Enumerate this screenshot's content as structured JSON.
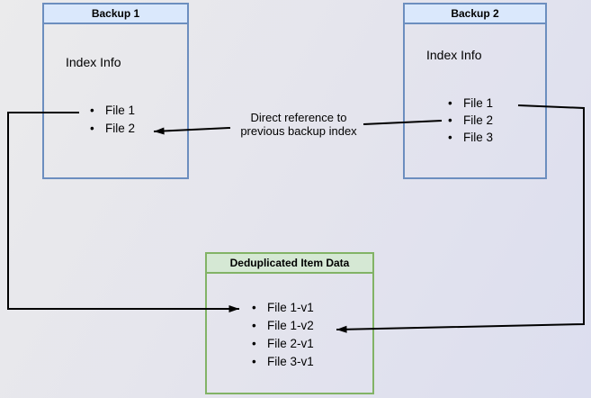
{
  "colors": {
    "blue_header_fill": "#dae8fc",
    "blue_border": "#6c8ebf",
    "green_header_fill": "#d5e8d4",
    "green_border": "#82b366",
    "arrow": "#000000",
    "background": "#e4e4ed"
  },
  "backup1": {
    "title": "Backup 1",
    "body_label": "Index Info",
    "bullet": "•",
    "files": [
      "File 1",
      "File 2"
    ]
  },
  "backup2": {
    "title": "Backup 2",
    "body_label": "Index Info",
    "bullet": "•",
    "files": [
      "File 1",
      "File 2",
      "File 3"
    ]
  },
  "dedup": {
    "title": "Deduplicated Item Data",
    "bullet": "•",
    "files": [
      "File 1-v1",
      "File 1-v2",
      "File 2-v1",
      "File 3-v1"
    ]
  },
  "edge_label": {
    "line1": "Direct reference to",
    "line2": "previous backup index"
  }
}
